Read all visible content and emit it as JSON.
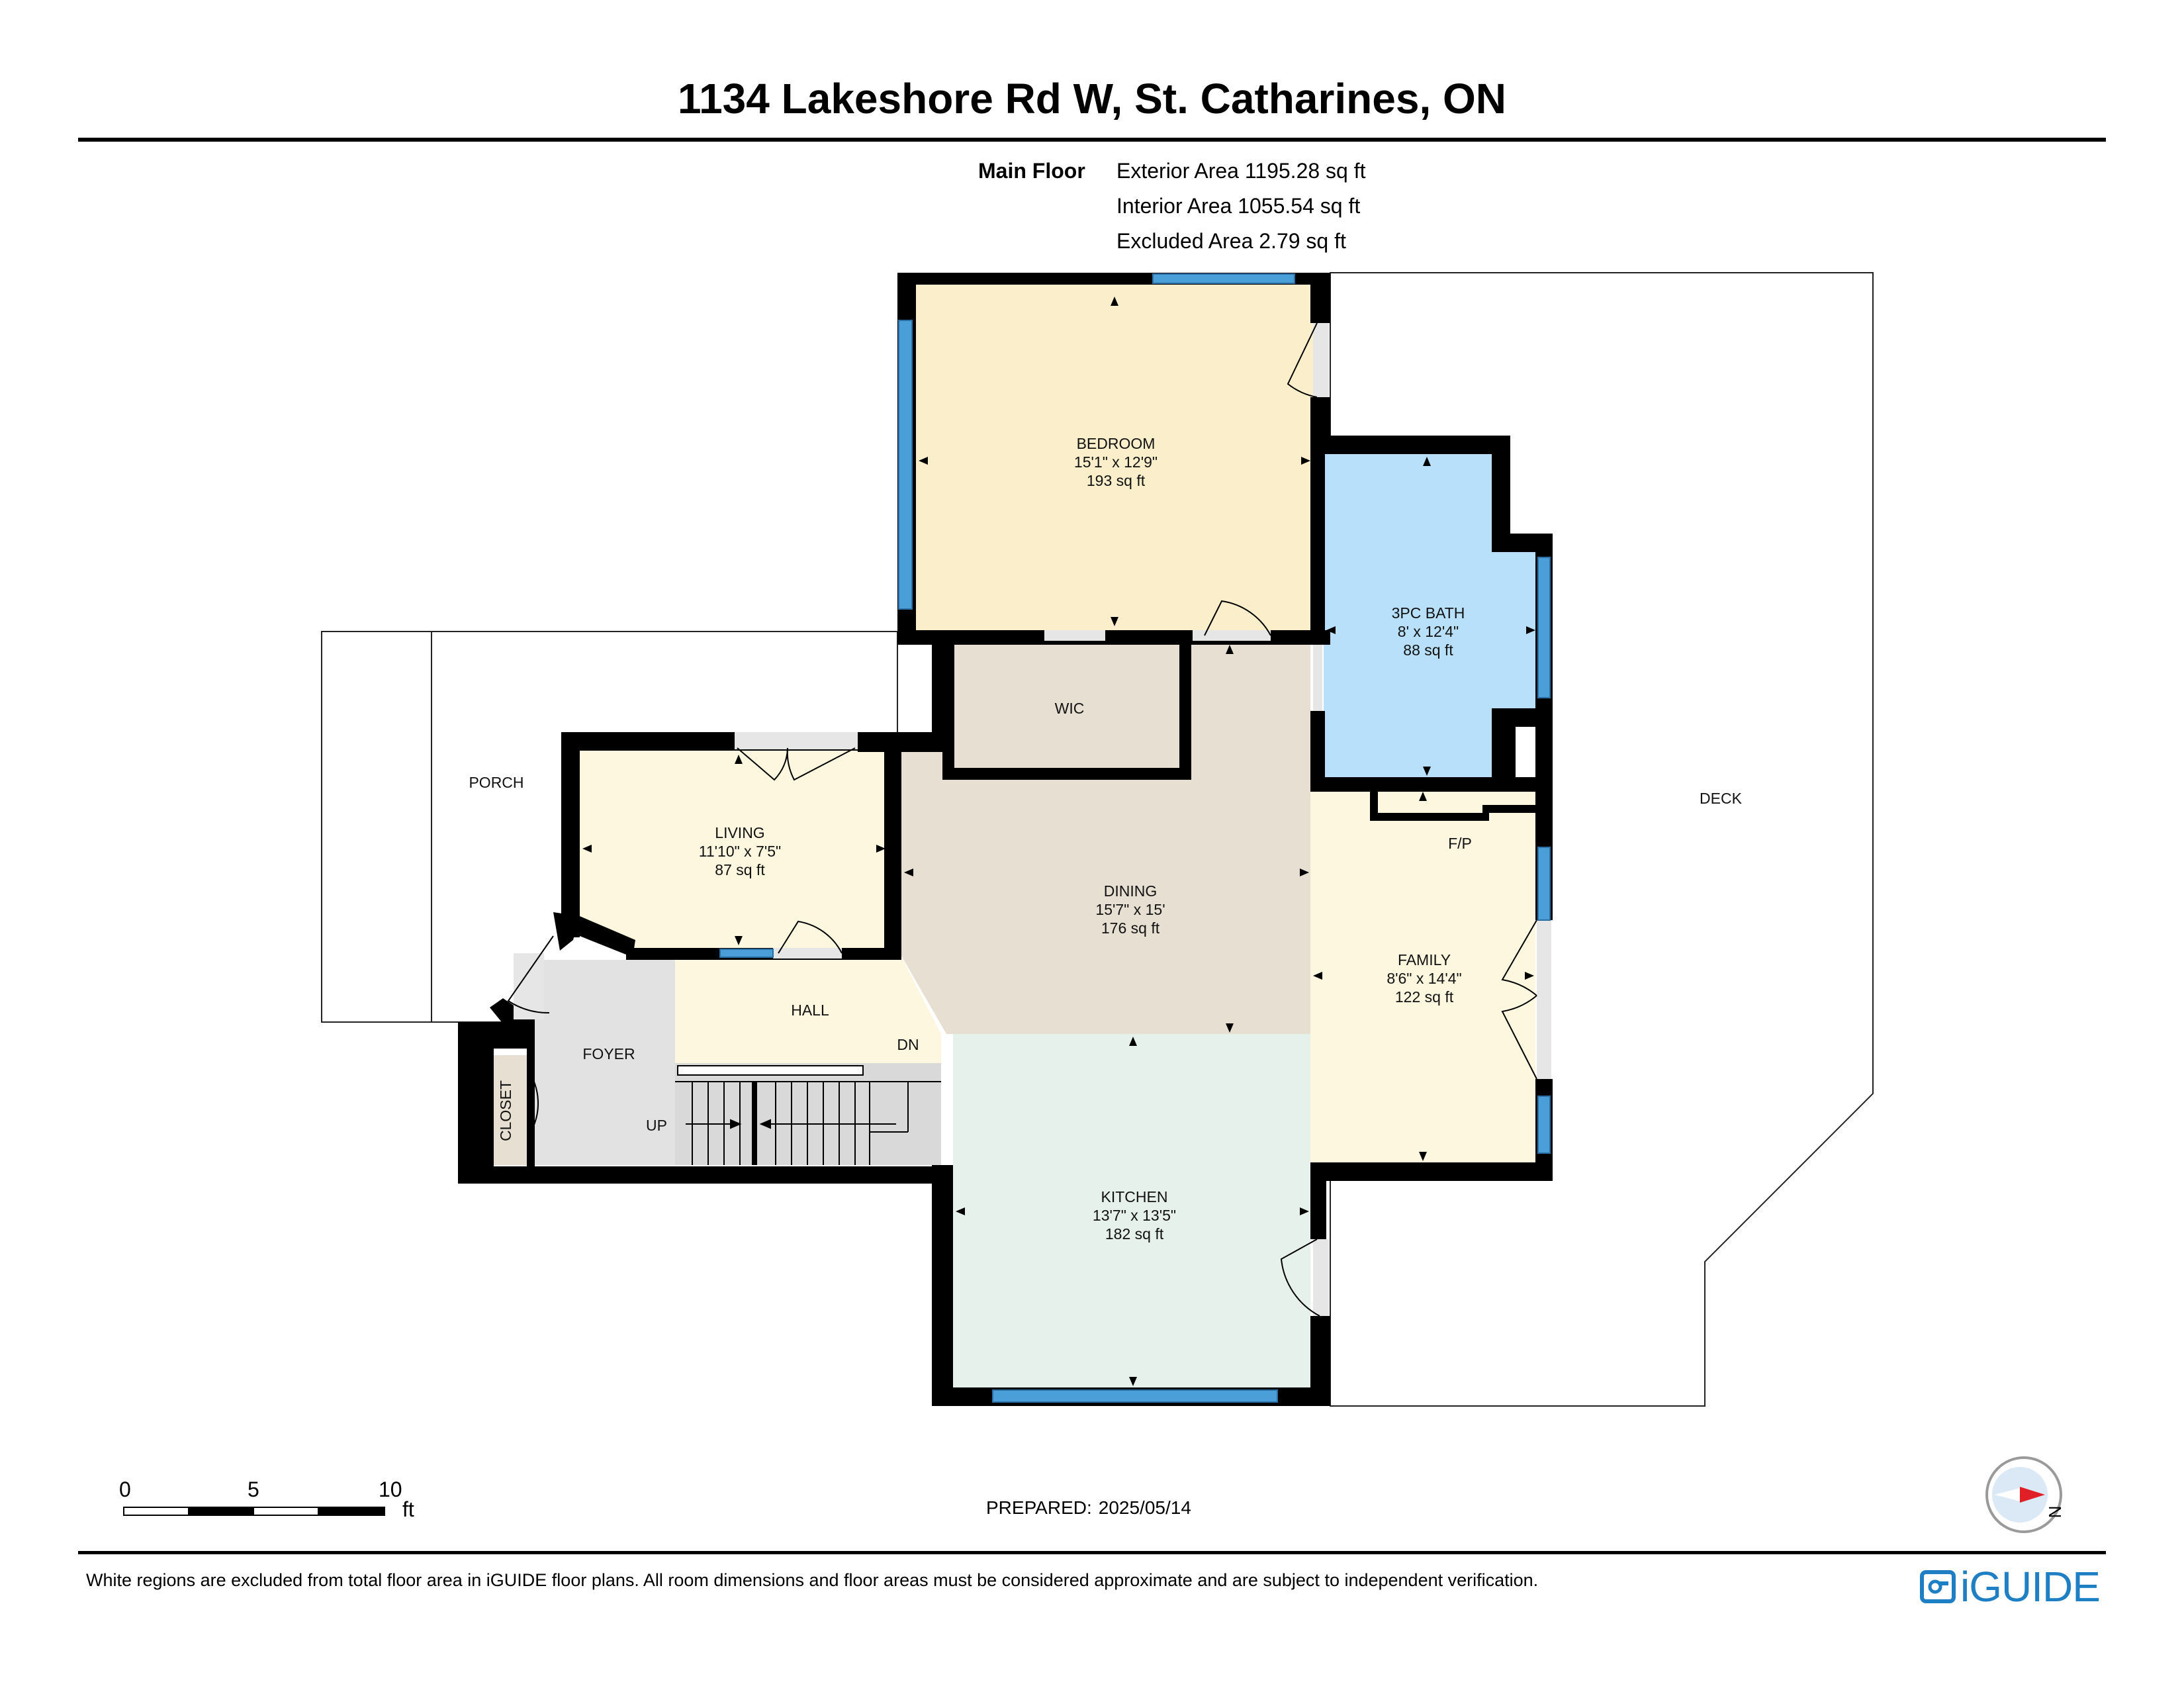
{
  "title": "1134 Lakeshore Rd W, St. Catharines, ON",
  "summary": {
    "floor_label": "Main Floor",
    "exterior_area": "Exterior Area 1195.28 sq ft",
    "interior_area": "Interior Area 1055.54 sq ft",
    "excluded_area": "Excluded Area 2.79 sq ft"
  },
  "rooms": {
    "bedroom": {
      "name": "BEDROOM",
      "dims": "15'1\" x 12'9\"",
      "area": "193 sq ft",
      "color": "#faeecb"
    },
    "bath": {
      "name": "3PC BATH",
      "dims": "8' x 12'4\"",
      "area": "88 sq ft",
      "color": "#b9e0fb"
    },
    "living": {
      "name": "LIVING",
      "dims": "11'10\" x 7'5\"",
      "area": "87 sq ft",
      "color": "#fdf7df"
    },
    "dining": {
      "name": "DINING",
      "dims": "15'7\" x 15'",
      "area": "176 sq ft",
      "color": "#e7dfd2"
    },
    "family": {
      "name": "FAMILY",
      "dims": "8'6\" x 14'4\"",
      "area": "122 sq ft",
      "color": "#fdf7df"
    },
    "kitchen": {
      "name": "KITCHEN",
      "dims": "13'7\" x 13'5\"",
      "area": "182 sq ft",
      "color": "#e6f1ec"
    },
    "wic": {
      "name": "WIC",
      "color": "#e7dfd2"
    },
    "hall": {
      "name": "HALL",
      "color": "#fdf7df"
    },
    "foyer": {
      "name": "FOYER",
      "color": "#e2e2e2"
    },
    "closet": {
      "name": "CLOSET",
      "color": "#e7dfd2"
    },
    "porch": {
      "name": "PORCH"
    },
    "deck": {
      "name": "DECK"
    }
  },
  "labels": {
    "fp": "F/P",
    "dn": "DN",
    "up": "UP"
  },
  "scale": {
    "ticks": [
      "0",
      "5",
      "10"
    ],
    "unit": "ft"
  },
  "prepared": {
    "label": "PREPARED:",
    "date": "2025/05/14"
  },
  "disclaimer": "White regions are excluded from total floor area in iGUIDE floor plans. All room dimensions and floor areas must be considered approximate and are subject to independent verification.",
  "compass": {
    "letter": "N"
  },
  "logo": {
    "text": "iGUIDE",
    "icon": "iguide-logo-icon",
    "color": "#1f7fc4"
  },
  "colors": {
    "wall": "#000000",
    "window": "#4a9fd8",
    "stair": "#d9d9d9"
  }
}
